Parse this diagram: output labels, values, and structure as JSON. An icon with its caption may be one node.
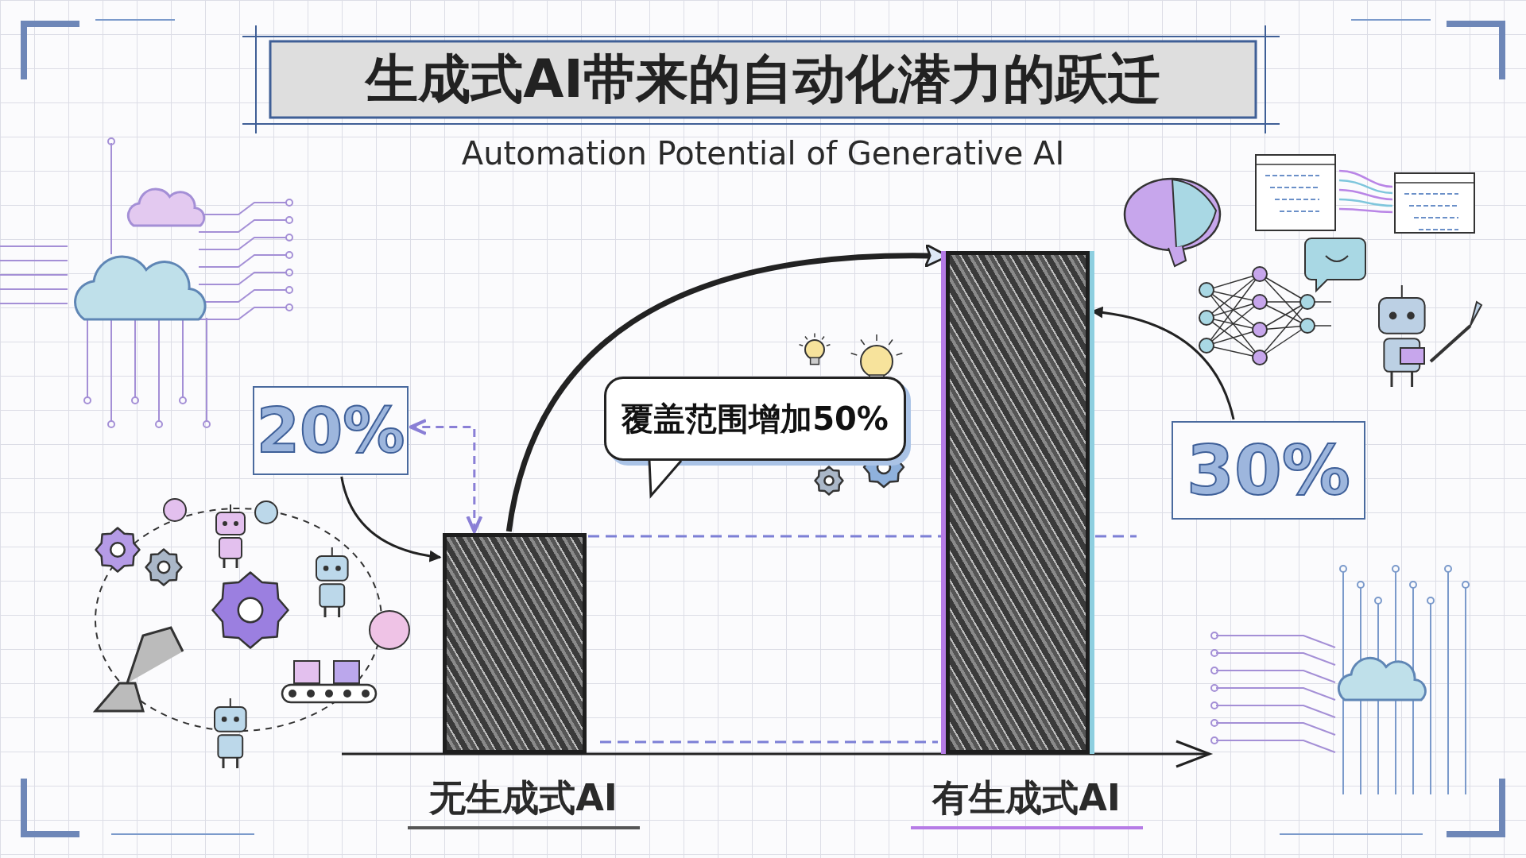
{
  "diagram": {
    "title": "生成式AI带来的自动化潜力的跃迁",
    "nodes": [
      {
        "text": [
          "20%"
        ]
      },
      {
        "text": [],
        "shape": "bar",
        "beside": [
          "无生成式AI"
        ]
      },
      {
        "text": [],
        "shape": "bar",
        "beside": [
          "有生成式AI"
        ]
      },
      {
        "text": [
          "覆盖范围增加50%"
        ]
      },
      {
        "text": [
          "30%"
        ]
      }
    ],
    "edges": [
      {
        "from": 0,
        "to": 1,
        "arrow": "to"
      },
      {
        "from": 1,
        "to": 0,
        "arrow": "both",
        "style": "dashed",
        "color": "#8a7fd6"
      },
      {
        "from": 1,
        "to": 2,
        "arrow": "to",
        "style": "thick"
      },
      {
        "from": 4,
        "to": 2,
        "arrow": "to"
      }
    ],
    "labels": [
      "Automation Potential of Generative AI"
    ]
  }
}
